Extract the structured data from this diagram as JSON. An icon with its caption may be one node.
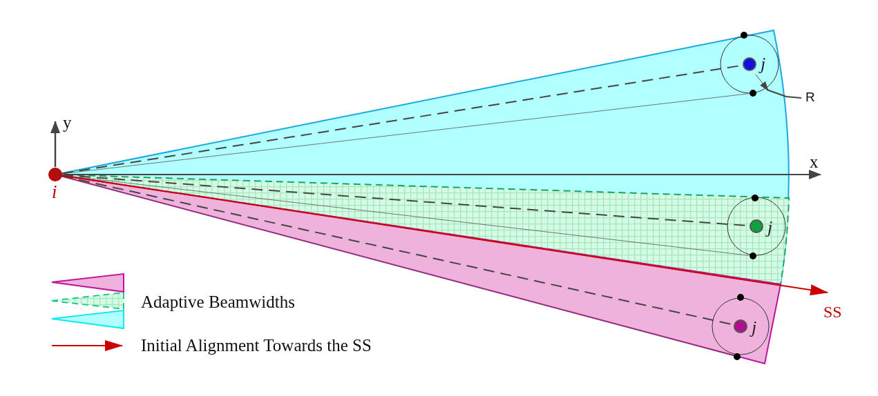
{
  "diagram": {
    "nodes": [
      {
        "text": [
          "i"
        ]
      },
      {
        "text": [
          "j"
        ]
      },
      {
        "text": [
          "j"
        ]
      },
      {
        "text": [
          "j"
        ]
      },
      {
        "text": [
          "SS"
        ]
      },
      {
        "text": [
          "R"
        ]
      },
      {
        "text": [],
        "shape": "arrow"
      }
    ],
    "edges": [
      {
        "from": 0,
        "to": 1,
        "arrow": "none",
        "style": "dashed"
      },
      {
        "from": 0,
        "to": 2,
        "arrow": "none",
        "style": "dashed"
      },
      {
        "from": 0,
        "to": 3,
        "arrow": "none",
        "style": "dashed"
      },
      {
        "from": 0,
        "to": 4,
        "arrow": "to",
        "color": "#cc0000"
      },
      {
        "from": 5,
        "to": 6,
        "arrow": "none"
      }
    ],
    "labels": [
      "y",
      "x"
    ],
    "legend": [
      {
        "text": "Adaptive Beamwidths"
      },
      {
        "text": "Initial Alignment Towards the SS"
      }
    ]
  }
}
